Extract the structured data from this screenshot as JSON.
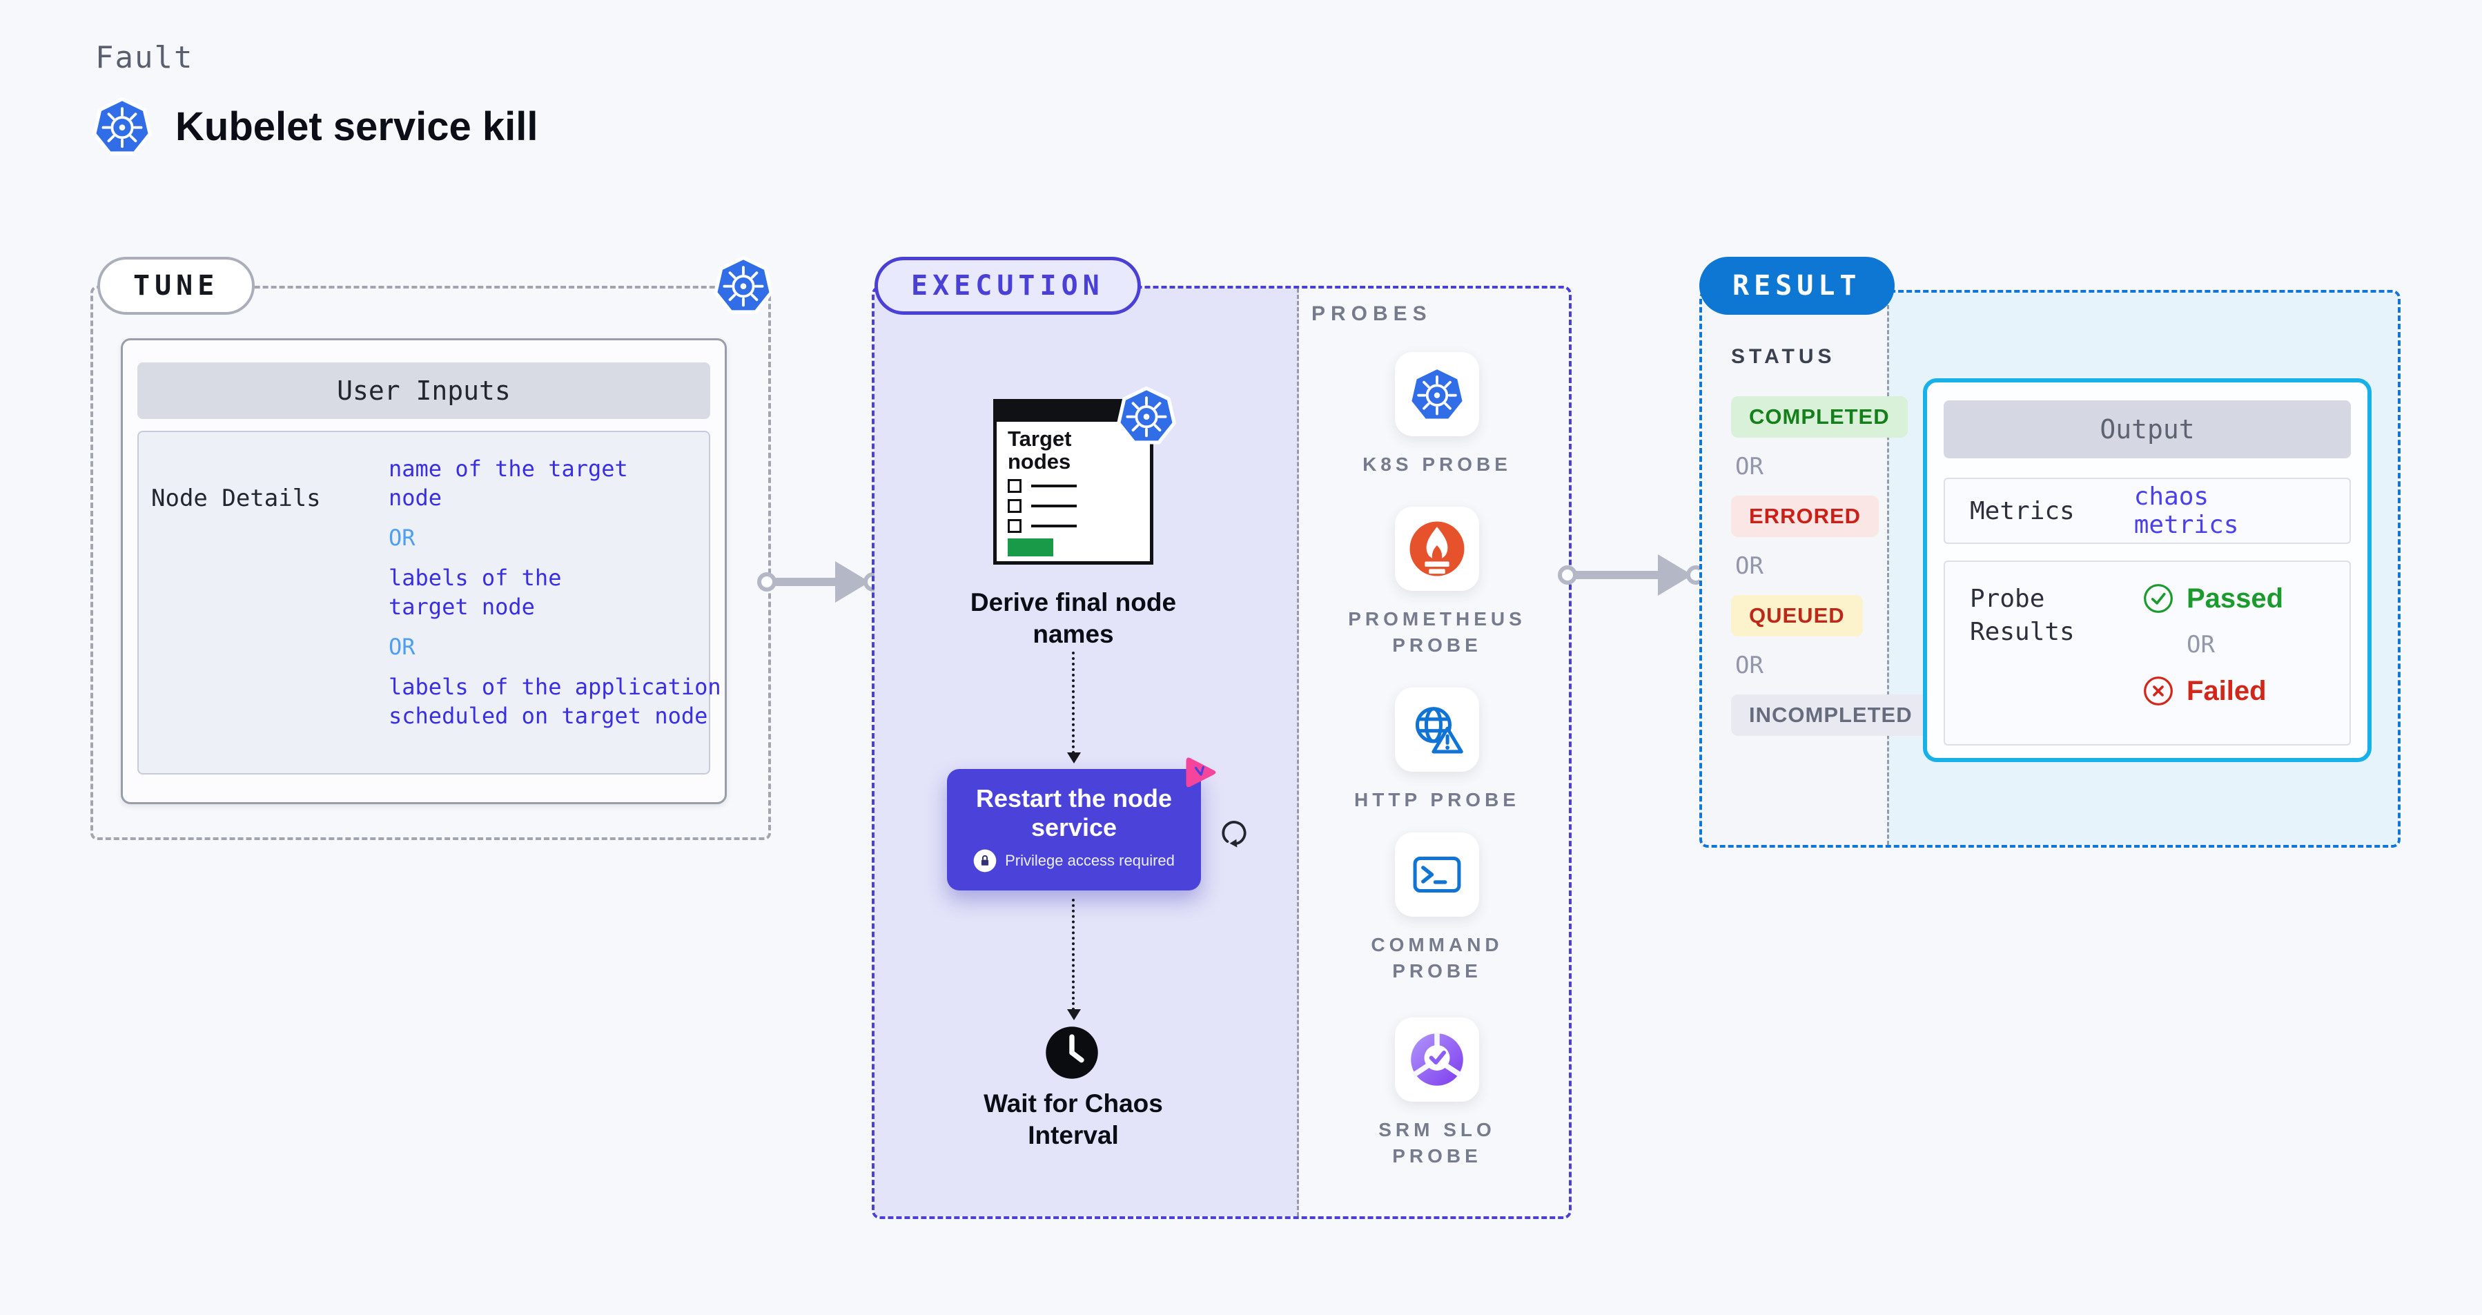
{
  "colors": {
    "page_bg": "#f7f8fb",
    "k8s_blue": "#316de6",
    "execution_accent": "#4a40d6",
    "execution_fill": "#e3e3f9",
    "result_accent": "#0e76d3",
    "output_border": "#16b1e9",
    "action_purple": "#4a42d9",
    "litmus_pink": "#f5449c",
    "prometheus_orange": "#e6522c",
    "status_completed": "#15801b",
    "status_errored": "#cb2017",
    "status_queued": "#bb2a18",
    "passed_green": "#1b9a2d",
    "failed_red": "#d3261a"
  },
  "icons": {
    "header": "kubernetes-logo",
    "tune_corner": "kubernetes-logo",
    "target_card_badge": "kubernetes-logo",
    "action_badge": "litmus-chaos-logo",
    "action_side": "loop-arrow",
    "wait": "clock",
    "privilege": "lock",
    "probes": [
      "kubernetes-logo",
      "prometheus-flame",
      "globe-warning",
      "terminal-prompt",
      "slo-pie-check"
    ],
    "passed": "check-circle",
    "failed": "x-circle"
  },
  "header": {
    "kicker": "Fault",
    "title": "Kubelet service kill"
  },
  "tune": {
    "pill": "TUNE",
    "table": {
      "header": "User Inputs",
      "row_label": "Node Details",
      "lines": [
        {
          "kind": "value",
          "text": "name of the target node"
        },
        {
          "kind": "or",
          "text": "OR"
        },
        {
          "kind": "value",
          "text": "labels of the target node"
        },
        {
          "kind": "or",
          "text": "OR"
        },
        {
          "kind": "value",
          "text": "labels of the application scheduled on target node"
        }
      ]
    }
  },
  "execution": {
    "pill": "EXECUTION",
    "steps": {
      "target_card_title": "Target nodes",
      "derive_label": "Derive final node names",
      "action_title": "Restart the node service",
      "action_note": "Privilege access required",
      "wait_label": "Wait for Chaos Interval"
    },
    "probes": {
      "label": "PROBES",
      "items": [
        "K8S PROBE",
        "PROMETHEUS PROBE",
        "HTTP PROBE",
        "COMMAND PROBE",
        "SRM SLO PROBE"
      ]
    }
  },
  "result": {
    "pill": "RESULT",
    "status": {
      "label": "STATUS",
      "or": "OR",
      "badges": [
        "COMPLETED",
        "ERRORED",
        "QUEUED",
        "INCOMPLETED"
      ]
    },
    "output": {
      "header": "Output",
      "metrics_label": "Metrics",
      "metrics_value": "chaos metrics",
      "probe_label": "Probe Results",
      "passed": "Passed",
      "or": "OR",
      "failed": "Failed"
    }
  }
}
